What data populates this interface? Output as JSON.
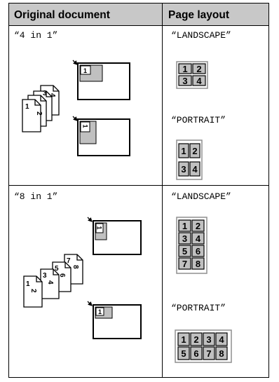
{
  "header": {
    "col1": "Original document",
    "col2": "Page layout"
  },
  "rows": [
    {
      "mode": "“4 in 1”",
      "stack_pages": [
        "1",
        "2",
        "3",
        "4"
      ],
      "result_page_number": "1",
      "layouts": [
        {
          "label": "“LANDSCAPE”",
          "cells": [
            [
              "1",
              "2"
            ],
            [
              "3",
              "4"
            ]
          ]
        },
        {
          "label": "“PORTRAIT”",
          "cells": [
            [
              "1",
              "2"
            ],
            [
              "3",
              "4"
            ]
          ]
        }
      ]
    },
    {
      "mode": "“8 in 1”",
      "stack_pages": [
        "1",
        "2",
        "3",
        "4",
        "5",
        "6",
        "7",
        "8"
      ],
      "result_page_number": "1",
      "layouts": [
        {
          "label": "“LANDSCAPE”",
          "cells": [
            [
              "1",
              "2"
            ],
            [
              "3",
              "4"
            ],
            [
              "5",
              "6"
            ],
            [
              "7",
              "8"
            ]
          ]
        },
        {
          "label": "“PORTRAIT”",
          "cells": [
            [
              "1",
              "2",
              "3",
              "4"
            ],
            [
              "5",
              "6",
              "7",
              "8"
            ]
          ]
        }
      ]
    }
  ],
  "colors": {
    "header_bg": "#c8c8c8",
    "cell_fill": "#c0c0c0",
    "grid_frame": "#8f8f8f",
    "border": "#000000"
  },
  "icons": [
    "document-stack-icon",
    "landscape-page-icon",
    "portrait-page-icon",
    "feed-arrow-icon"
  ]
}
